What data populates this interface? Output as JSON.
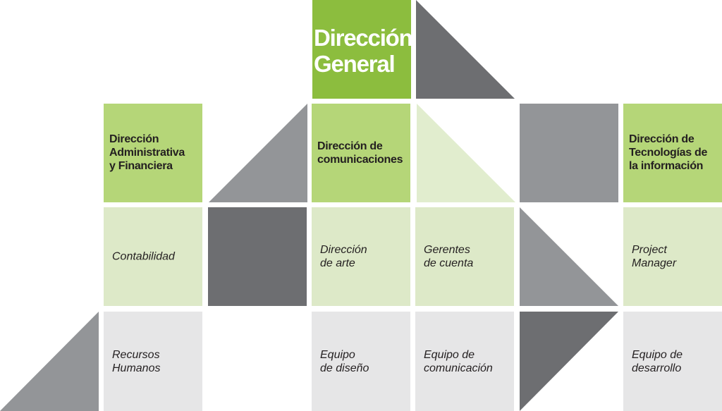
{
  "colors": {
    "green_dark": "#8cbd3e",
    "green_medium": "#b5d678",
    "green_light": "#dde9c8",
    "green_pale": "#e1edce",
    "gray_light": "#e6e6e7",
    "gray_medium": "#939598",
    "gray_dark": "#6d6e71"
  },
  "top": {
    "title_line1": "Dirección",
    "title_line2": "General"
  },
  "departments": [
    {
      "line1": "Dirección",
      "line2": "Administrativa",
      "line3": "y Financiera"
    },
    {
      "line1": "Dirección de",
      "line2": "comunicaciones"
    },
    {
      "line1": "Dirección de",
      "line2": "Tecnologías de",
      "line3": "la información"
    }
  ],
  "subunits": [
    {
      "line1": "Contabilidad"
    },
    {
      "line1": "Dirección",
      "line2": "de arte"
    },
    {
      "line1": "Gerentes",
      "line2": "de cuenta"
    },
    {
      "line1": "Project",
      "line2": "Manager"
    },
    {
      "line1": "Recursos",
      "line2": "Humanos"
    },
    {
      "line1": "Equipo",
      "line2": "de diseño"
    },
    {
      "line1": "Equipo de",
      "line2": "comunicación"
    },
    {
      "line1": "Equipo de",
      "line2": "desarrollo"
    }
  ],
  "decor": {
    "d1": "triangle-upper-right",
    "d2": "triangle-lower-right",
    "d3": "triangle-lower-left",
    "d4": "square",
    "d5": "square",
    "d6": "triangle-lower-left",
    "d7": "triangle-lower-right",
    "d8": "triangle-upper-left"
  }
}
